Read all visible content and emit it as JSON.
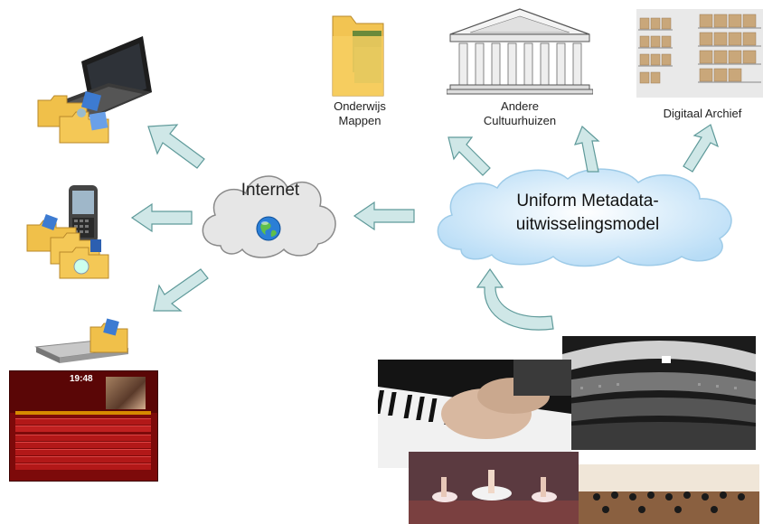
{
  "nodes": {
    "internet": "Internet",
    "model_line1": "Uniform Metadata-",
    "model_line2": "uitwisselingsmodel",
    "onderwijs_line1": "Onderwijs",
    "onderwijs_line2": "Mappen",
    "cultuur_line1": "Andere",
    "cultuur_line2": "Cultuurhuizen",
    "archief": "Digitaal Archief"
  },
  "epg": {
    "time": "19:48"
  },
  "colors": {
    "arrow_fill": "#cfe7e7",
    "arrow_stroke": "#5f9a9a",
    "cloud_internet": "#e6e6e6",
    "cloud_model": "#d8ecfb"
  }
}
